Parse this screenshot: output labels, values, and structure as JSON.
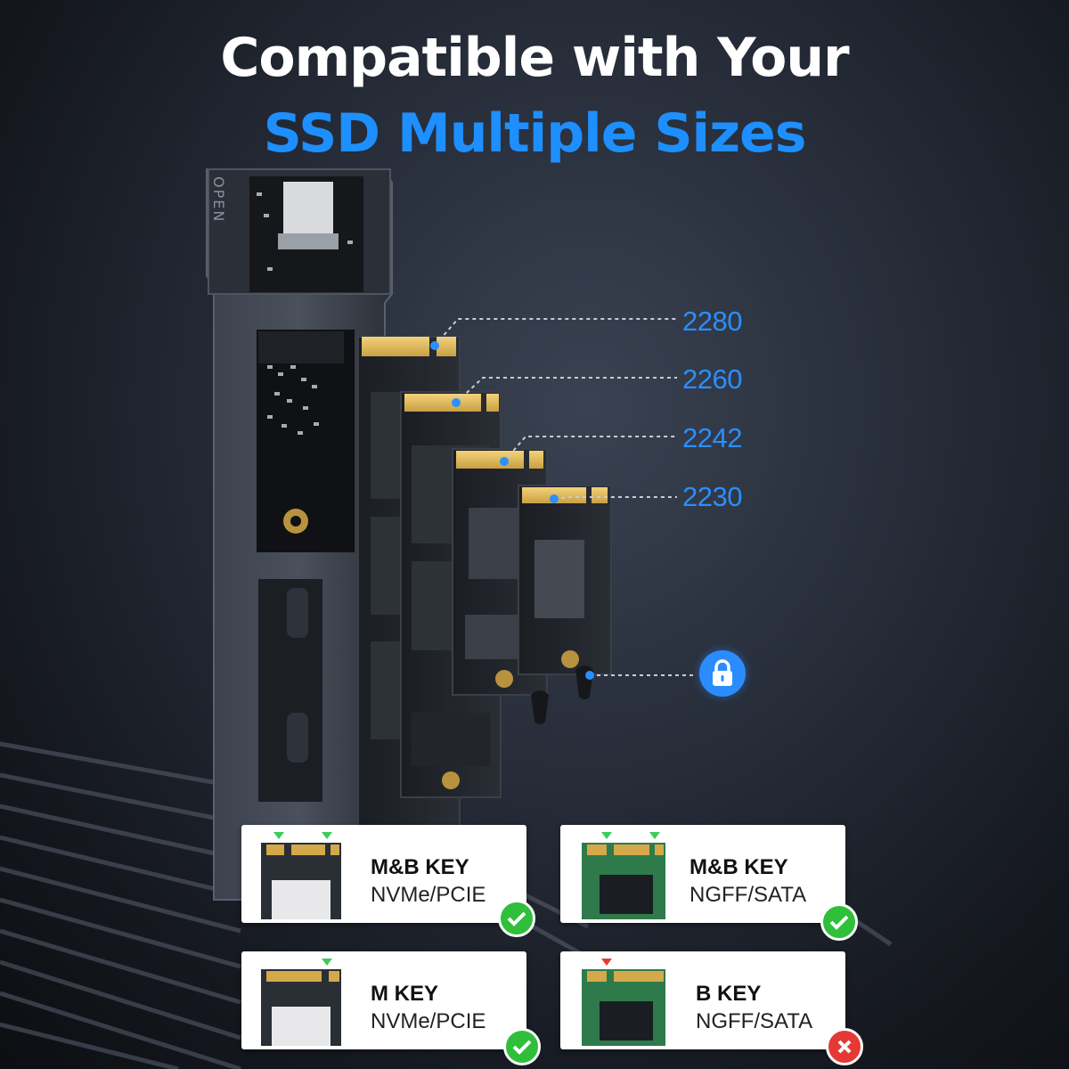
{
  "headline": {
    "line1": "Compatible with Your",
    "line2": "SSD Multiple Sizes"
  },
  "enclosure_labels": {
    "open": "OPEN"
  },
  "sizes": [
    "2280",
    "2260",
    "2242",
    "2230"
  ],
  "lock_icon": "lock-icon",
  "colors": {
    "accent_blue": "#2a8fff",
    "ok_green": "#2fbf3a",
    "error_red": "#e53935",
    "key_green_marker": "#3ccc5a",
    "key_red_marker": "#e53935"
  },
  "compatibility": [
    {
      "key": "M&B KEY",
      "type": "NVMe/PCIE",
      "supported": true
    },
    {
      "key": "M&B KEY",
      "type": "NGFF/SATA",
      "supported": true
    },
    {
      "key": "M KEY",
      "type": "NVMe/PCIE",
      "supported": true
    },
    {
      "key": "B KEY",
      "type": "NGFF/SATA",
      "supported": false
    }
  ]
}
